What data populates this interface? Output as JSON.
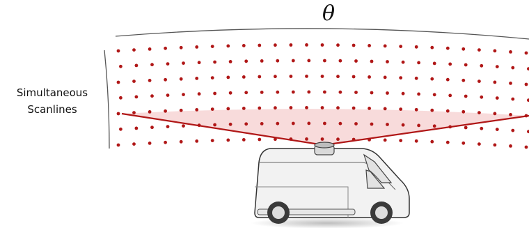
{
  "diagram": {
    "angle_label": "θ",
    "scanline_label_line1": "Simultaneous",
    "scanline_label_line2": "Scanlines",
    "colors": {
      "scan_point": "#b01717",
      "fov_ray": "#b01717",
      "fov_fill": "#f7d5d5",
      "arc": "#555555",
      "vehicle_body": "#f2f2f2",
      "vehicle_outline": "#333333"
    },
    "scanline_count": 7,
    "icons": [
      "lidar-sensor-icon",
      "vehicle-icon"
    ]
  }
}
